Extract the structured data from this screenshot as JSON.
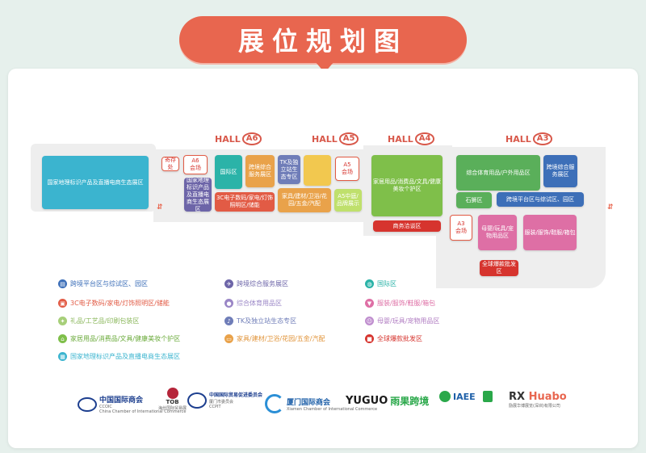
{
  "title": "展位规划图",
  "halls": {
    "a6": {
      "prefix": "HALL",
      "num": "A6"
    },
    "a5": {
      "prefix": "HALL",
      "num": "A5"
    },
    "a4": {
      "prefix": "HALL",
      "num": "A4"
    },
    "a3": {
      "prefix": "HALL",
      "num": "A3"
    }
  },
  "zones": {
    "geo_ecommerce": "国家地理标识产品及直播电商生态展区",
    "storage": "寄存处",
    "a6_meeting": "A6\n会场",
    "geo_small": "国家地理标识产品及直播电商生态展区",
    "national_a6": "国际区",
    "crossborder_service": "跨境综合服务展区",
    "three_c": "3C电子数码/家电/灯饰照明区/储能",
    "tk": "TK及独立站生态专区",
    "furniture_building": "家具/建材/卫浴/花园/五金/汽配",
    "a5_meeting": "A5\n会场",
    "a5_mid": "A5中庭/\n品牌展示",
    "household": "家居用品/消费品/文具/健康美妆个护区",
    "business_talk": "商务洽谈区",
    "sports": "综合体育用品/户外用品区",
    "crossborder_platform_small": "跨境综合服务展区",
    "stone": "石狮区",
    "crossborder_platform": "跨境平台区与综试区、园区",
    "a3_meeting": "A3\n会场",
    "mother_baby": "母婴/玩具/宠物用品区",
    "apparel": "服装/服饰/鞋服/箱包",
    "global_wholesale": "全球爆款批发区"
  },
  "stairs": {
    "left": "⇵",
    "right": "⇵"
  },
  "legend": [
    {
      "label": "跨境平台区与综试区、园区",
      "color": "#3d6fb8",
      "icon": "cart-icon"
    },
    {
      "label": "跨境综合服务展区",
      "color": "#6d65a8",
      "icon": "plane-icon"
    },
    {
      "label": "国际区",
      "color": "#2bb3a8",
      "icon": "globe-icon"
    },
    {
      "label": "3C电子数码/家电/灯饰照明区/储能",
      "color": "#e25b45",
      "icon": "device-icon"
    },
    {
      "label": "综合体育用品区",
      "color": "#9a86c6",
      "icon": "sport-icon"
    },
    {
      "label": "服装/服饰/鞋服/箱包",
      "color": "#de6fa5",
      "icon": "shirt-icon"
    },
    {
      "label": "礼品/工艺品/印刷包装区",
      "color": "#a7cf79",
      "icon": "gift-icon"
    },
    {
      "label": "TK及独立站生态专区",
      "color": "#6f7db8",
      "icon": "tk-icon"
    },
    {
      "label": "母婴/玩具/宠物用品区",
      "color": "#c08fcf",
      "icon": "baby-icon"
    },
    {
      "label": "家居用品/消费品/文具/健康美妆个护区",
      "color": "#7fbf4a",
      "icon": "home-icon"
    },
    {
      "label": "家具/建材/卫浴/花园/五金/汽配",
      "color": "#e9a24a",
      "icon": "sofa-icon"
    },
    {
      "label": "全球爆款批发区",
      "color": "#d6342e",
      "icon": "box-icon"
    },
    {
      "label": "国家地理标识产品及直播电商生态展区",
      "color": "#3bb4cf",
      "icon": "map-icon"
    }
  ],
  "logos": {
    "ccoic": {
      "main": "中国国际商会",
      "sub": "CCOIC",
      "en": "China Chamber of International Commerce"
    },
    "tob": {
      "main": "TOB",
      "sub": "海丝国际贸易展"
    },
    "ccpit": {
      "main": "中国国际贸易促进委员会",
      "sub2": "厦门市委员会",
      "sub": "CCPIT"
    },
    "xiamen": {
      "main": "厦门国际商会",
      "sub": "Xiamen Chamber of International Commerce"
    },
    "yuguo": {
      "en": "YUGUO",
      "cn": "雨果跨境"
    },
    "iaee": {
      "main": "IAEE"
    },
    "huabo": {
      "main": "Huabo",
      "prefix": "RX",
      "sub": "励展华博展览(深圳)有限公司"
    }
  },
  "colors": {
    "accent": "#e8664f",
    "background": "#e6f0ec"
  }
}
